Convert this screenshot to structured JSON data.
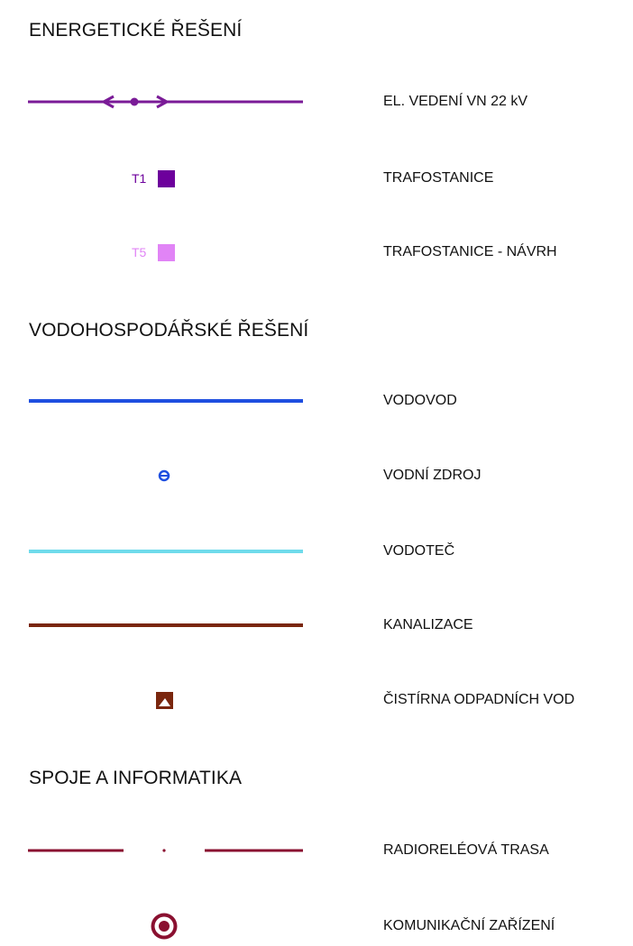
{
  "sections": {
    "energy": {
      "title": "ENERGETICKÉ ŘEŠENÍ",
      "items": [
        {
          "label": "EL. VEDENÍ VN 22 kV",
          "icon": "power-line-icon",
          "color": "#7a1b97"
        },
        {
          "label": "TRAFOSTANICE",
          "code": "T1",
          "icon": "transformer-square-icon",
          "color": "#6d009c"
        },
        {
          "label": "TRAFOSTANICE - NÁVRH",
          "code": "T5",
          "icon": "transformer-proposal-square-icon",
          "color": "#e184f6"
        }
      ]
    },
    "water": {
      "title": "VODOHOSPODÁŘSKÉ ŘEŠENÍ",
      "items": [
        {
          "label": "VODOVOD",
          "icon": "water-main-line-icon",
          "color": "#1f4fe0"
        },
        {
          "label": "VODNÍ ZDROJ",
          "icon": "water-source-icon",
          "color": "#1f4fe0"
        },
        {
          "label": "VODOTEČ",
          "icon": "watercourse-line-icon",
          "color": "#6fdbeb"
        },
        {
          "label": "KANALIZACE",
          "icon": "sewer-line-icon",
          "color": "#7a260e"
        },
        {
          "label": "ČISTÍRNA ODPADNÍCH VOD",
          "icon": "treatment-plant-icon",
          "color": "#7a260e"
        }
      ]
    },
    "telecom": {
      "title": "SPOJE A INFORMATIKA",
      "items": [
        {
          "label": "RADIORELÉOVÁ TRASA",
          "icon": "radio-relay-route-icon",
          "color": "#8a1030"
        },
        {
          "label": "KOMUNIKAČNÍ ZAŘÍZENÍ",
          "icon": "communication-device-icon",
          "color": "#8a1030"
        }
      ]
    }
  }
}
